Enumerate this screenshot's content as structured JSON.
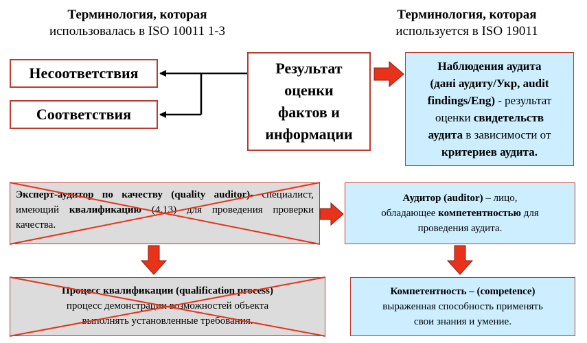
{
  "headings": {
    "left_line1": "Терминология, которая",
    "left_line2": "использовалась в ISO 10011 1-3",
    "right_line1": "Терминология, которая",
    "right_line2": "используется в ISO 19011"
  },
  "left_boxes": {
    "nonconformity": "Несоответствия",
    "conformity": "Соответствия"
  },
  "center_box": {
    "line1": "Результат",
    "line2": "оценки",
    "line3": "фактов и",
    "line4": "информации"
  },
  "observations_box": {
    "line1": "Наблюдения аудита",
    "line2": "(дані аудиту/Укр, audit",
    "line3_bold": "findings/Eng)",
    "line3_rest": " - результат",
    "line4_normal": "оценки ",
    "line4_bold": "свидетельств",
    "line5_bold": "аудита",
    "line5_rest": " в зависимости от",
    "line6_bold": "критериев аудита."
  },
  "expert_box": {
    "part1_bold": "Эксперт-аудитор по качеству (quality auditor)",
    "part1_rest": "- специалист, имеющий ",
    "part2_bold": "квалификацию",
    "part2_rest": " (4.13) для проведения проверки качества."
  },
  "qualification_box": {
    "title_bold": "Процесс квалификации (qualification process)",
    "line2": "процесс демонстрации возможностей объекта",
    "line3": "выполнять установленные требования."
  },
  "auditor_box": {
    "line1_bold": "Аудитор (auditor)",
    "line1_rest": " – лицо,",
    "line2_normal": "обладающее ",
    "line2_bold": "компетентностью",
    "line2_rest": " для",
    "line3": "проведения аудита."
  },
  "competence_box": {
    "line1_bold": "Компетентность – (competence)",
    "line2": "выраженная способность применять",
    "line3": "свои знания и умение."
  },
  "colors": {
    "blue_fill": "#cceeff",
    "gray_fill": "#dcdcdc",
    "red_border": "#c0392b",
    "arrow_red": "#e8331a"
  }
}
